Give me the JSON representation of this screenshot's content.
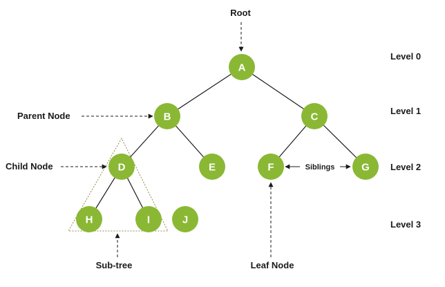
{
  "colors": {
    "node_fill": "#8ab834",
    "node_text": "#ffffff",
    "edge": "#1a1a1a",
    "subtree_outline": "#8a8a4a"
  },
  "nodes": [
    {
      "id": "A",
      "label": "A"
    },
    {
      "id": "B",
      "label": "B"
    },
    {
      "id": "C",
      "label": "C"
    },
    {
      "id": "D",
      "label": "D"
    },
    {
      "id": "E",
      "label": "E"
    },
    {
      "id": "F",
      "label": "F"
    },
    {
      "id": "G",
      "label": "G"
    },
    {
      "id": "H",
      "label": "H"
    },
    {
      "id": "I",
      "label": "I"
    },
    {
      "id": "J",
      "label": "J"
    }
  ],
  "edges": [
    [
      "A",
      "B"
    ],
    [
      "A",
      "C"
    ],
    [
      "B",
      "D"
    ],
    [
      "B",
      "E"
    ],
    [
      "C",
      "F"
    ],
    [
      "C",
      "G"
    ],
    [
      "D",
      "H"
    ],
    [
      "D",
      "I"
    ]
  ],
  "annotations": {
    "root": "Root",
    "parent_node": "Parent Node",
    "child_node": "Child Node",
    "siblings": "Siblings",
    "sub_tree": "Sub-tree",
    "leaf_node": "Leaf Node"
  },
  "levels": [
    "Level 0",
    "Level 1",
    "Level 2",
    "Level 3"
  ]
}
